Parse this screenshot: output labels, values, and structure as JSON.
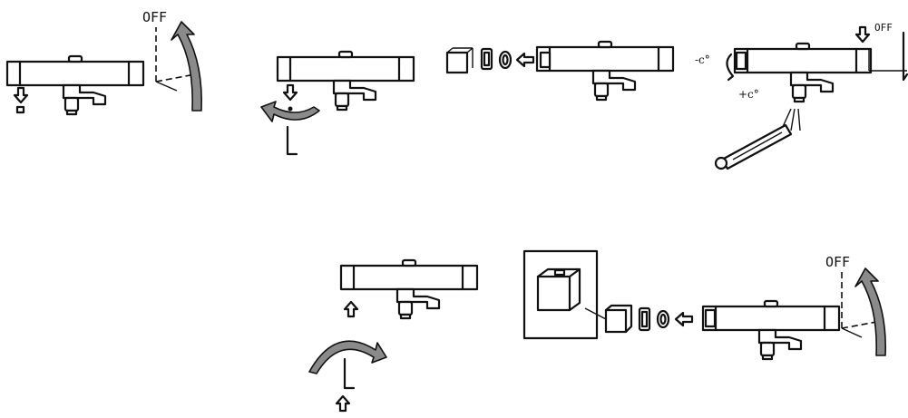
{
  "labels": {
    "off_step1": "OFF",
    "off_step4": "OFF",
    "off_step6": "OFF",
    "temp_minus": "-c°",
    "temp_plus": "+c°"
  }
}
